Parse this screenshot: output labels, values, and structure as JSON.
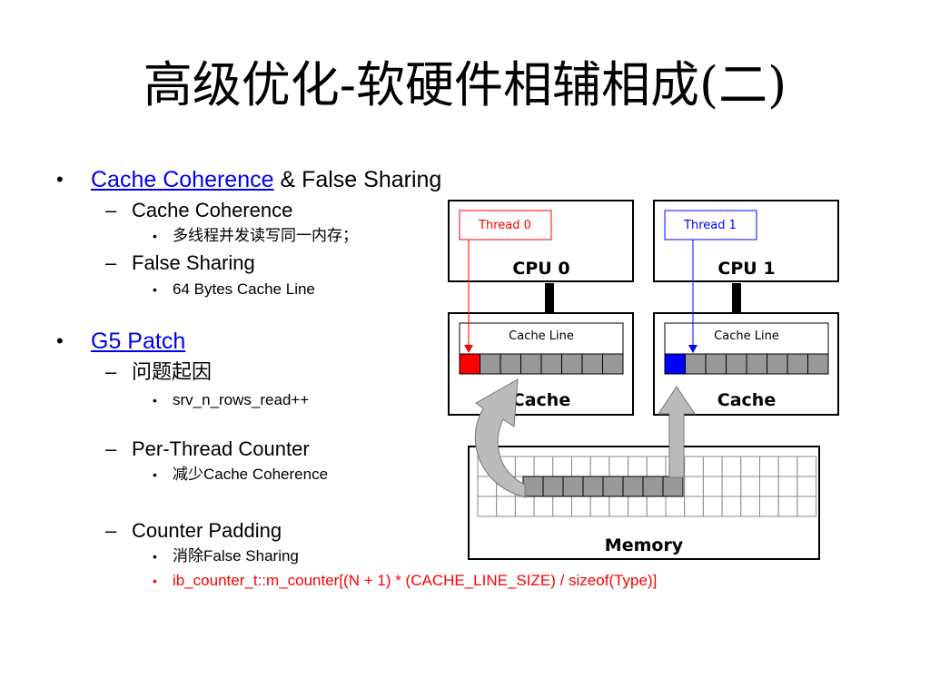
{
  "slide": {
    "title": "高级优化-软硬件相辅相成(二)",
    "bullets": {
      "b1_link": "Cache Coherence",
      "b1_rest": " & False Sharing",
      "b1_s1": "Cache Coherence",
      "b1_s1_i1": "多线程并发读写同一内存；",
      "b1_s2": "False Sharing",
      "b1_s2_i1": "64 Bytes Cache Line",
      "b2_link": "G5 Patch",
      "b2_s1": "问题起因",
      "b2_s1_i1": "srv_n_rows_read++",
      "b2_s2": "Per-Thread Counter",
      "b2_s2_i1": "减少Cache Coherence",
      "b2_s3": "Counter Padding",
      "b2_s3_i1": "消除False Sharing",
      "b2_s3_i2": "ib_counter_t::m_counter[(N + 1) * (CACHE_LINE_SIZE) / sizeof(Type)]"
    },
    "symbols": {
      "bullet": "•",
      "dash": "–"
    },
    "diagram": {
      "thread0": "Thread 0",
      "thread1": "Thread 1",
      "cpu0": "CPU 0",
      "cpu1": "CPU 1",
      "cache_line": "Cache Line",
      "cache": "Cache",
      "memory": "Memory",
      "colors": {
        "thread0": "#ff0000",
        "thread1": "#0000ff",
        "grey_cell": "#999999",
        "arrow": "#bbbbbb"
      }
    }
  }
}
